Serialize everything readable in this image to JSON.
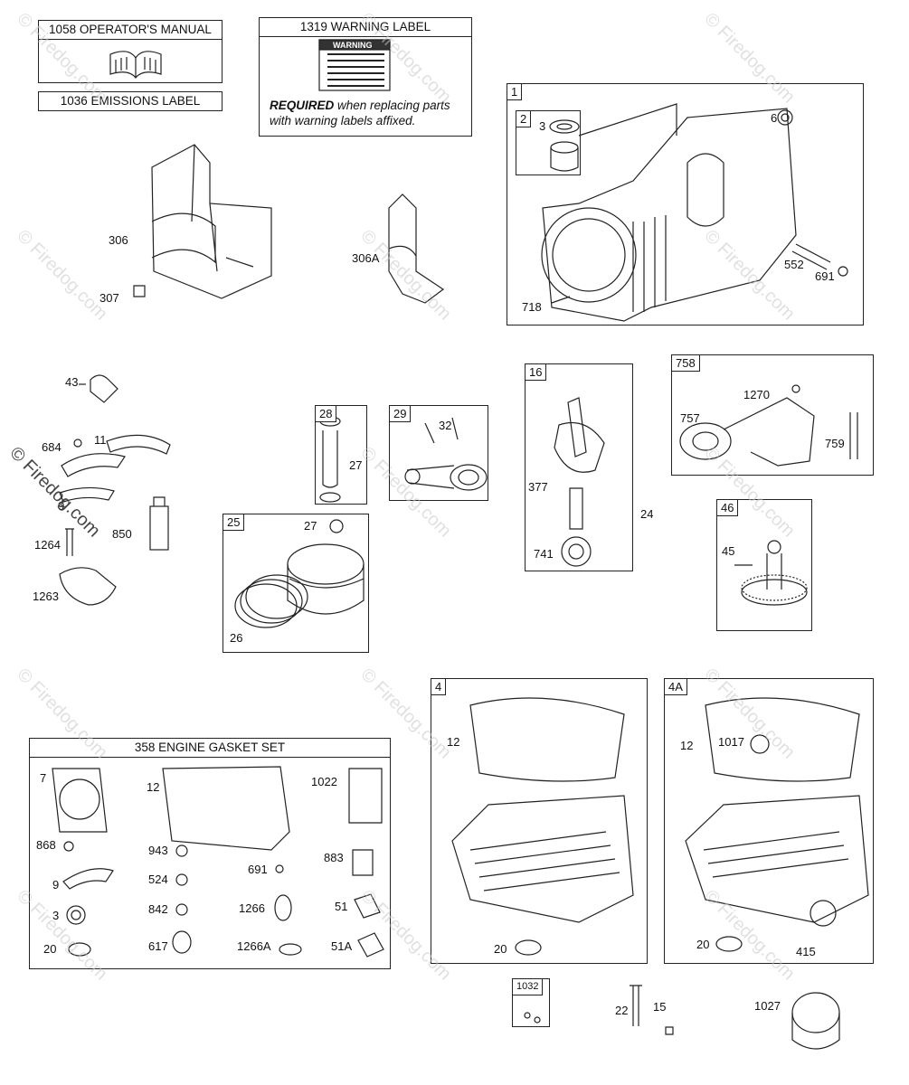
{
  "header": {
    "manual_label": "1058 OPERATOR'S MANUAL",
    "emissions_label": "1036 EMISSIONS LABEL",
    "warning_title": "1319 WARNING LABEL",
    "warning_sticker_heading": "WARNING",
    "warning_required": "REQUIRED",
    "warning_note_1": " when replacing parts",
    "warning_note_2": "with warning labels affixed."
  },
  "watermark": "© Firedog.com",
  "groups": {
    "g1": "1",
    "g2": "2",
    "g16": "16",
    "g758": "758",
    "g28": "28",
    "g29": "29",
    "g25": "25",
    "g46": "46",
    "g4": "4",
    "g4a": "4A",
    "g1032": "1032",
    "gasket_set": "358 ENGINE GASKET SET"
  },
  "parts": {
    "p306": "306",
    "p307": "307",
    "p306a": "306A",
    "p3": "3",
    "p6": "6",
    "p552": "552",
    "p691": "691",
    "p718": "718",
    "p43": "43",
    "p684": "684",
    "p11": "11",
    "p9": "9",
    "p850": "850",
    "p1264": "1264",
    "p1263": "1263",
    "p27a": "27",
    "p32": "32",
    "p27b": "27",
    "p26": "26",
    "p377": "377",
    "p741": "741",
    "p24": "24",
    "p1270": "1270",
    "p757": "757",
    "p759": "759",
    "p45": "45",
    "p12a": "12",
    "p20a": "20",
    "p12b": "12",
    "p1017": "1017",
    "p20b": "20",
    "p415": "415",
    "p22": "22",
    "p15": "15",
    "p1027": "1027",
    "k7": "7",
    "k12": "12",
    "k1022": "1022",
    "k868": "868",
    "k943": "943",
    "k883": "883",
    "k9": "9",
    "k524": "524",
    "k691": "691",
    "k3": "3",
    "k842": "842",
    "k1266": "1266",
    "k51": "51",
    "k20": "20",
    "k617": "617",
    "k1266a": "1266A",
    "k51a": "51A"
  }
}
